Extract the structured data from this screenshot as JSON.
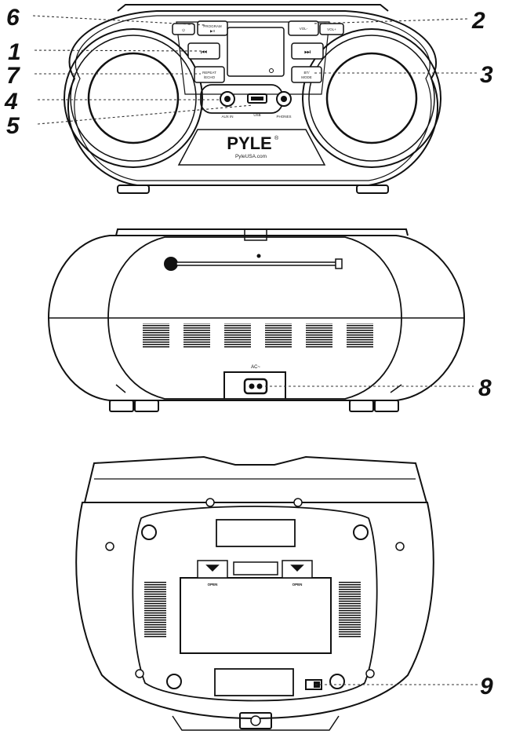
{
  "callouts": [
    {
      "id": "6",
      "label": "6"
    },
    {
      "id": "2",
      "label": "2"
    },
    {
      "id": "1",
      "label": "1"
    },
    {
      "id": "7",
      "label": "7"
    },
    {
      "id": "3",
      "label": "3"
    },
    {
      "id": "4",
      "label": "4"
    },
    {
      "id": "5",
      "label": "5"
    },
    {
      "id": "8",
      "label": "8"
    },
    {
      "id": "9",
      "label": "9"
    }
  ],
  "front": {
    "brand": "PYLE",
    "brand_mark": "®",
    "url": "PyleUSA.com",
    "buttons": {
      "power": "⏻",
      "program": "PROGRAM",
      "program_sub": "▶II",
      "vol_down": "VOL-",
      "vol_up": "VOL+",
      "prev": "⏮",
      "next": "⏭",
      "repeat": "REPEAT",
      "repeat_sub": "/ECHO",
      "bt": "BT/",
      "bt_sub": "MODE"
    },
    "jacks": {
      "aux": "AUX IN",
      "usb": "USB",
      "phones": "PHONES"
    }
  },
  "back": {
    "ac_symbol": "AC~"
  },
  "bottom": {
    "open_left": "OPEN",
    "open_right": "OPEN"
  }
}
